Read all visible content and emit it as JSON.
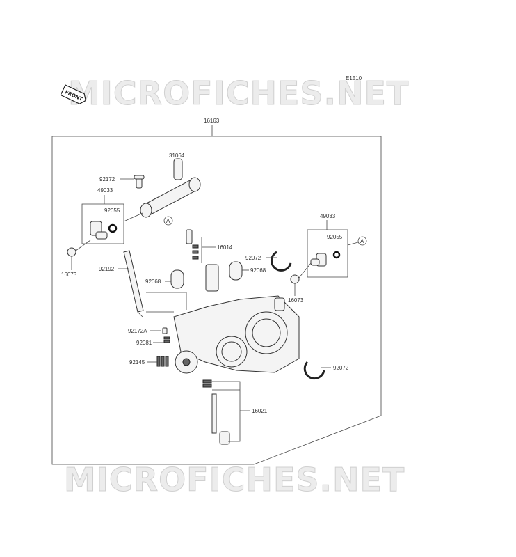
{
  "diagram_code": "E1510",
  "watermark": "MICROFICHES.NET",
  "front_badge": "FRONT",
  "ref_marker": "A",
  "parts": {
    "assembly": "16163",
    "shaft": "31064",
    "screw_top": "92172",
    "valve_left": "49033",
    "oring_left": "92055",
    "cap_left": "16073",
    "pin": "92192",
    "cover_left": "92068",
    "sensor": "16014",
    "clamp_top": "92072",
    "cover_right": "92068",
    "valve_right": "49033",
    "oring_right": "92055",
    "cap_right": "16073",
    "screw_small": "92172A",
    "spring_small": "92081",
    "spring_large": "92145",
    "idle_screw": "16021",
    "clamp_bottom": "92072"
  }
}
